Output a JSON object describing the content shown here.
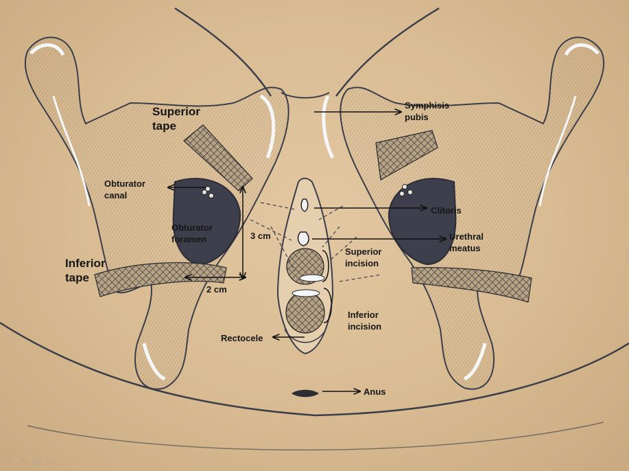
{
  "labels": {
    "superior_tape": "Superior\ntape",
    "inferior_tape": "Inferior\ntape",
    "obturator_canal": "Obturator\ncanal",
    "obturator_foramen": "Obturator\nforamen",
    "symphisis_pubis": "Symphisis\npubis",
    "clitoris": "Clitoris",
    "urethral_meatus": "Urethral\nmeatus",
    "superior_incision": "Superior\nincision",
    "inferior_incision": "Inferior\nincision",
    "rectocele": "Rectocele",
    "anus": "Anus",
    "dim_vertical": "3 cm",
    "dim_horizontal": "2 cm"
  },
  "colors": {
    "paper": "#dcc09a",
    "pencil": "#3b3d48",
    "foramen": "#3d3f4c",
    "highlight": "#f4f6f8"
  },
  "viewer_controls": [
    "prev-arrow-icon",
    "pen-icon",
    "menu-icon",
    "next-arrow-icon"
  ]
}
